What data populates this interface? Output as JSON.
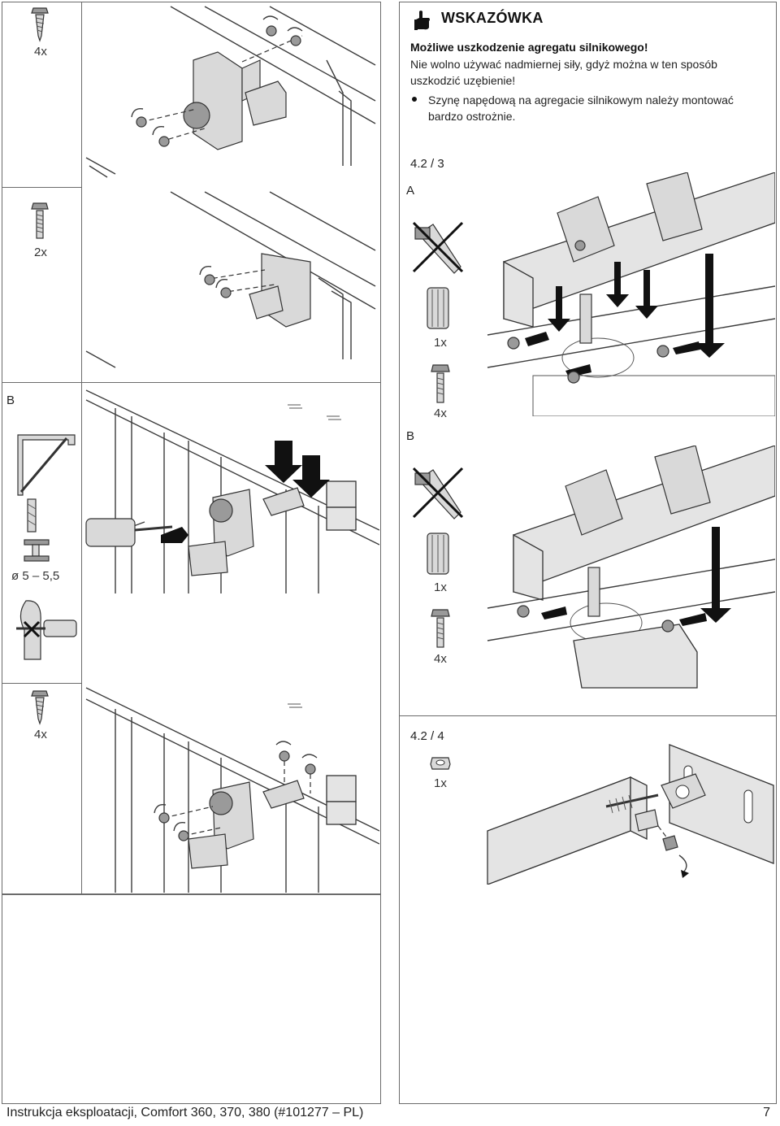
{
  "note": {
    "title": "WSKAZÓWKA",
    "heading": "Możliwe uszkodzenie agregatu silnikowego!",
    "text": "Nie wolno używać nadmiernej siły, gdyż można w ten sposób uszkodzić uzębienie!",
    "bullet": "Szynę napędową na agregacie silnikowym należy montować bardzo ostrożnie."
  },
  "left_column": {
    "panel_top_qty": "4x",
    "panel_mid_qty": "2x",
    "section_b_label": "B",
    "drill_size": "ø 5 – 5,5",
    "panel_bottom_qty": "4x"
  },
  "step_4_2_3": {
    "step": "4.2 / 3",
    "label_a": "A",
    "a_qty_sleeve": "1x",
    "a_qty_screw": "4x",
    "label_b": "B",
    "b_qty_sleeve": "1x",
    "b_qty_screw": "4x"
  },
  "step_4_2_4": {
    "step": "4.2 / 4",
    "qty_nut": "1x"
  },
  "footer": {
    "document": "Instrukcja eksploatacji, Comfort 360, 370, 380 (#101277 – PL)",
    "page": "7"
  }
}
